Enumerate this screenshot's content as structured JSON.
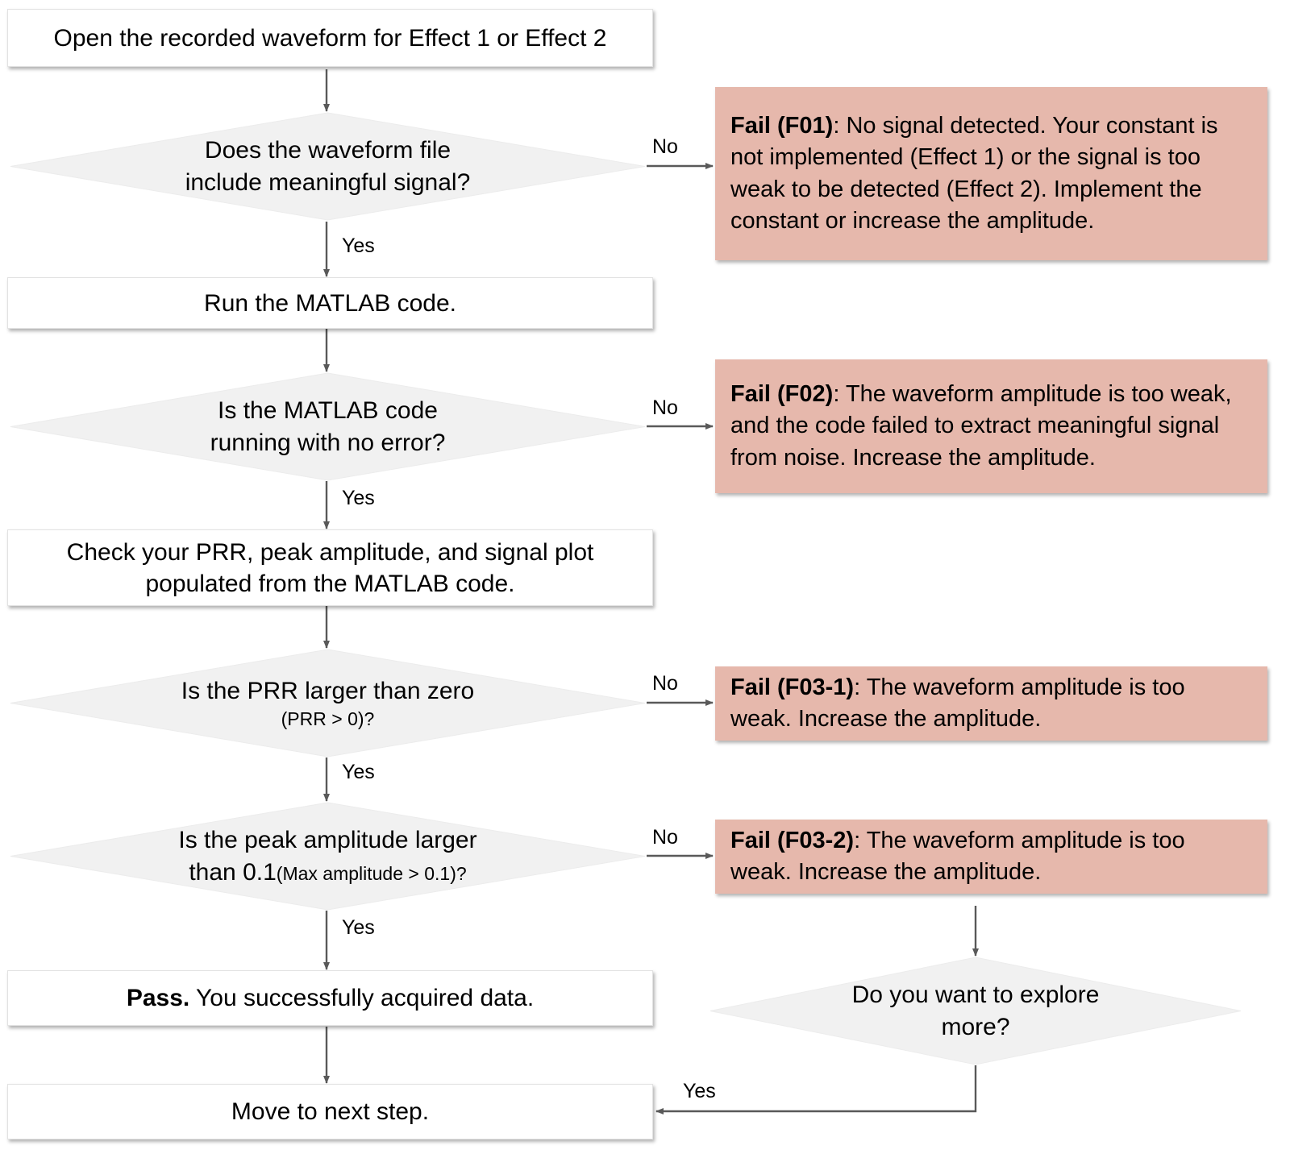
{
  "diagram": {
    "title": "Waveform data-acquisition troubleshooting flowchart",
    "colors": {
      "process_fill": "#FFFFFF",
      "decision_fill": "#F1F1F1",
      "fail_fill": "#E6B8AC",
      "connector": "#595959",
      "text": "#000000"
    }
  },
  "nodes": {
    "start": {
      "type": "process",
      "text": "Open the recorded waveform for Effect 1 or Effect 2"
    },
    "d1": {
      "type": "decision",
      "line1": "Does the waveform file",
      "line2": "include meaningful signal?"
    },
    "f01": {
      "type": "fail",
      "label": "Fail (F01)",
      "separator": ": ",
      "text": "No signal detected. Your constant is not implemented (Effect 1) or the signal is too weak to be detected (Effect 2). Implement the constant or increase the amplitude."
    },
    "p2": {
      "type": "process",
      "text": "Run the MATLAB code."
    },
    "d2": {
      "type": "decision",
      "line1": "Is the MATLAB code",
      "line2": "running with no error?"
    },
    "f02": {
      "type": "fail",
      "label": "Fail (F02)",
      "separator": ": ",
      "text": "The waveform amplitude is too weak, and the code failed to extract meaningful signal from noise. Increase the amplitude."
    },
    "p3": {
      "type": "process",
      "line1": "Check your PRR, peak amplitude, and signal plot",
      "line2": "populated from the MATLAB code."
    },
    "d3": {
      "type": "decision",
      "line1": "Is the PRR  larger than zero",
      "line2_small": "(PRR > 0)?"
    },
    "f031": {
      "type": "fail",
      "label": "Fail (F03-1)",
      "separator": ": ",
      "text": "The waveform amplitude is too weak. Increase the amplitude."
    },
    "d4": {
      "type": "decision",
      "line1": "Is the peak amplitude larger",
      "line2_pre": "than 0.1",
      "line2_small": "(Max amplitude > 0.1)?"
    },
    "f032": {
      "type": "fail",
      "label": "Fail (F03-2)",
      "separator": ": ",
      "text": "The waveform amplitude is too weak. Increase the amplitude."
    },
    "pass": {
      "type": "process",
      "label": "Pass.",
      "text": " You successfully acquired data."
    },
    "d5": {
      "type": "decision",
      "line1": "Do you want to explore",
      "line2": "more?"
    },
    "next": {
      "type": "process",
      "text": "Move to next step."
    }
  },
  "edges": {
    "yes1": "Yes",
    "no1": "No",
    "yes2": "Yes",
    "no2": "No",
    "yes3": "Yes",
    "no3": "No",
    "yes4": "Yes",
    "no4": "No",
    "yes5": "Yes"
  }
}
